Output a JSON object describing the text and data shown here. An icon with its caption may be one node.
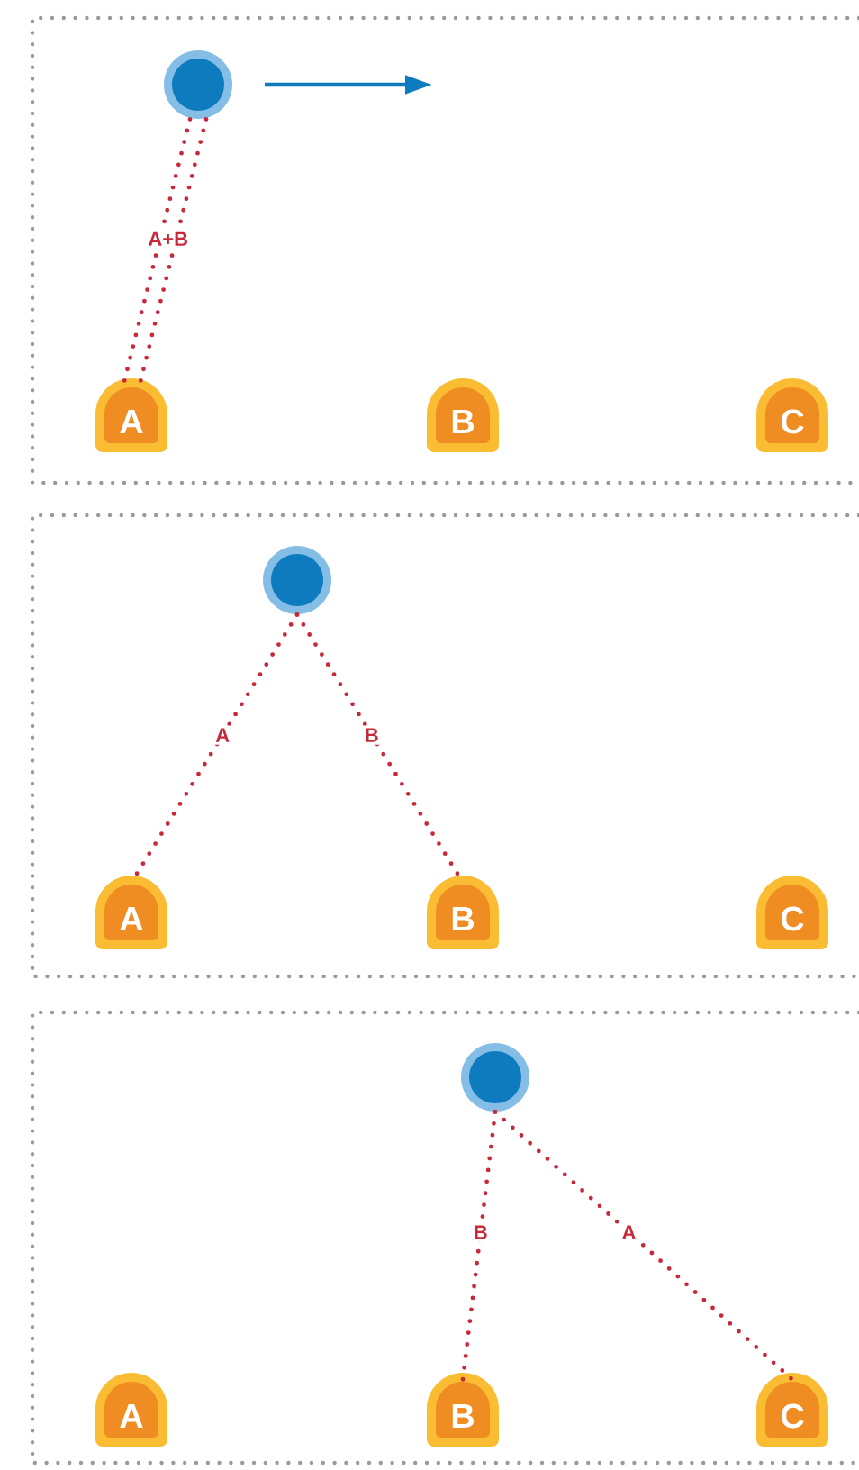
{
  "diagram": {
    "nodes": [
      {
        "text": [],
        "shape": "box"
      },
      {
        "text": [],
        "shape": "circle",
        "in": 0
      },
      {
        "text": [
          "A"
        ],
        "in": 0
      },
      {
        "text": [
          "B"
        ],
        "in": 0
      },
      {
        "text": [
          "C"
        ],
        "in": 0
      },
      {
        "text": [],
        "shape": "box"
      },
      {
        "text": [],
        "shape": "circle",
        "in": 5
      },
      {
        "text": [
          "A"
        ],
        "in": 5
      },
      {
        "text": [
          "B"
        ],
        "in": 5
      },
      {
        "text": [
          "C"
        ],
        "in": 5
      },
      {
        "text": [],
        "shape": "box"
      },
      {
        "text": [],
        "shape": "circle",
        "in": 10
      },
      {
        "text": [
          "A"
        ],
        "in": 10
      },
      {
        "text": [
          "B"
        ],
        "in": 10
      },
      {
        "text": [
          "C"
        ],
        "in": 10
      }
    ],
    "edges": [
      {
        "from": 1,
        "to": 2,
        "arrow": "none",
        "label": "A+B"
      },
      {
        "from": 1,
        "to": 2,
        "arrow": "none"
      },
      {
        "from": 6,
        "to": 7,
        "arrow": "none",
        "label": "A"
      },
      {
        "from": 6,
        "to": 8,
        "arrow": "none",
        "label": "B"
      },
      {
        "from": 11,
        "to": 13,
        "arrow": "none",
        "label": "B"
      },
      {
        "from": 11,
        "to": 14,
        "arrow": "none",
        "label": "A"
      }
    ]
  }
}
